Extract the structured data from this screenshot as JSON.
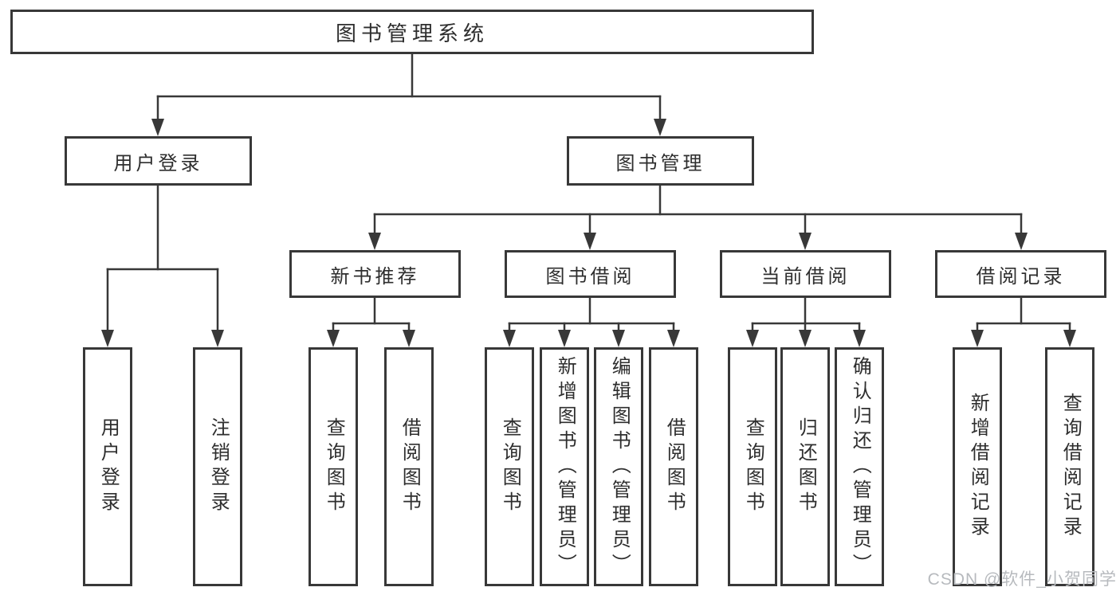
{
  "tree": {
    "root": "图书管理系统",
    "level2": [
      {
        "label": "用户登录",
        "leaves": [
          "用户登录",
          "注销登录"
        ]
      },
      {
        "label": "图书管理",
        "sections": [
          {
            "label": "新书推荐",
            "leaves": [
              "查询图书",
              "借阅图书"
            ]
          },
          {
            "label": "图书借阅",
            "leaves": [
              "查询图书",
              "新增图书（管理员）",
              "编辑图书（管理员）",
              "借阅图书"
            ]
          },
          {
            "label": "当前借阅",
            "leaves": [
              "查询图书",
              "归还图书",
              "确认归还（管理员）"
            ]
          },
          {
            "label": "借阅记录",
            "leaves": [
              "新增借阅记录",
              "查询借阅记录"
            ]
          }
        ]
      }
    ]
  },
  "watermark": "CSDN @软件_小贺同学",
  "colors": {
    "line": "#383838",
    "text": "#2e2e2e",
    "watermark": "#b7babe",
    "background": "#ffffff"
  }
}
